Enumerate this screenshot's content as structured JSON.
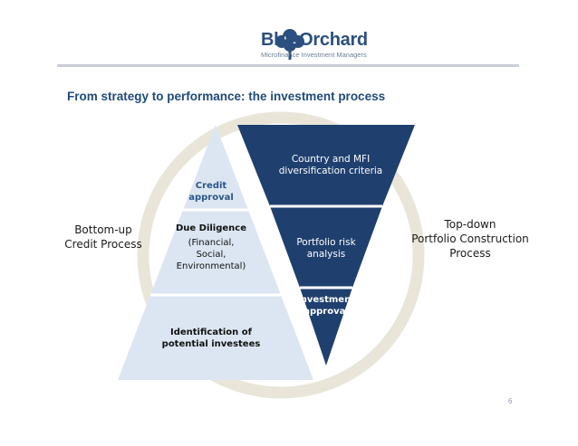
{
  "header": {
    "brand_name": "BlueOrchard",
    "brand_tagline": "Microfinance Investment Managers"
  },
  "title": "From strategy to performance: the investment process",
  "diagram": {
    "left_label": [
      "Bottom-up",
      "Credit Process"
    ],
    "right_label": [
      "Top-down",
      "Portfolio Construction",
      "Process"
    ],
    "pyramid": {
      "top": [
        "Credit",
        "approval"
      ],
      "middle_title": "Due Diligence",
      "middle_sub": [
        "(Financial,",
        "Social,",
        "Environmental)"
      ],
      "bottom": [
        "Identification of",
        "potential investees"
      ]
    },
    "funnel": {
      "top": [
        "Country and MFI",
        "diversification criteria"
      ],
      "middle": [
        "Portfolio risk",
        "analysis"
      ],
      "bottom": [
        "Investment",
        "approval"
      ]
    }
  },
  "colors": {
    "ring": "#e9e6d9",
    "pyramid_fill": "#dce6f2",
    "funnel_fill": "#1f3f6e",
    "title": "#1f4a7a"
  },
  "footer": {
    "page_number": "6"
  }
}
